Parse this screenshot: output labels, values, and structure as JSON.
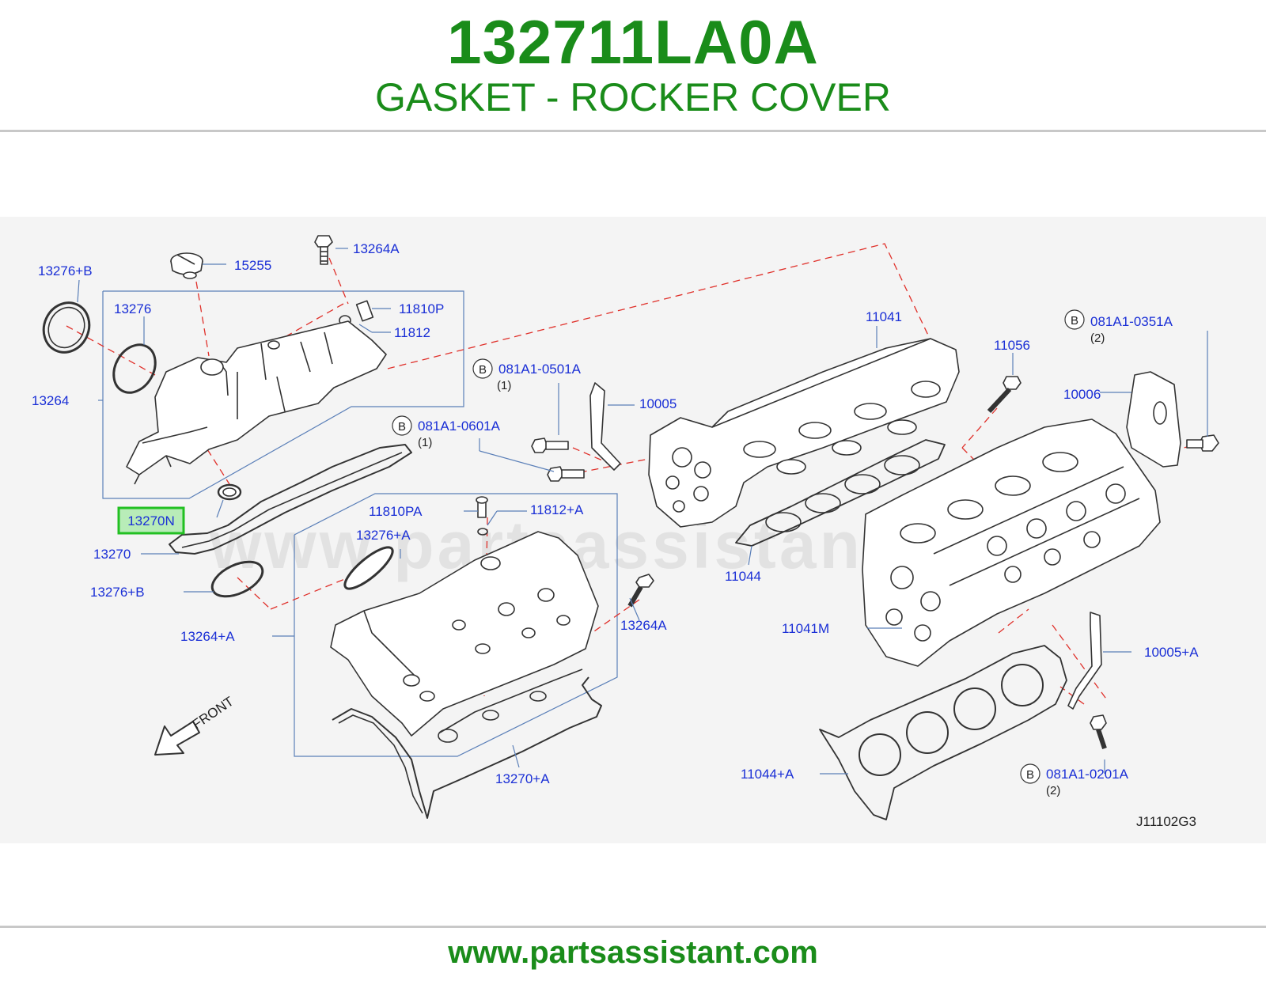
{
  "header": {
    "part_number": "132711LA0A",
    "description": "GASKET - ROCKER COVER"
  },
  "diagram": {
    "watermark": "www.partsassistant.com",
    "figure_code": "J11102G3",
    "front_label": "FRONT",
    "highlighted_part": "13270N",
    "callouts": {
      "c13276b_top": "13276+B",
      "c15255": "15255",
      "c13264a_top": "13264A",
      "c11810p": "11810P",
      "c11812": "11812",
      "c13276": "13276",
      "c13264": "13264",
      "c13270n": "13270N",
      "c13270": "13270",
      "c13276b_bottom": "13276+B",
      "c13264plusa": "13264+A",
      "c11810pa": "11810PA",
      "c11812plusa": "11812+A",
      "c13276plusa": "13276+A",
      "c13264a_right": "13264A",
      "c13270plusa": "13270+A",
      "c081a1_0501a": "081A1-0501A",
      "c081a1_0601a": "081A1-0601A",
      "c081a1_0351a": "081A1-0351A",
      "c081a1_0201a": "081A1-0201A",
      "qty1a": "(1)",
      "qty1b": "(1)",
      "qty2a": "(2)",
      "qty2b": "(2)",
      "b_mark": "B",
      "c10005": "10005",
      "c11041": "11041",
      "c11056": "11056",
      "c10006": "10006",
      "c11044": "11044",
      "c11041m": "11041M",
      "c10005plusa": "10005+A",
      "c11044plusa": "11044+A"
    },
    "colors": {
      "callout_text": "#1a2fd6",
      "leader_line": "#5a7fb8",
      "dashed_line": "#e0302a",
      "part_outline": "#333333",
      "highlight_border": "#22c022",
      "highlight_fill": "#b8ecb8"
    }
  },
  "footer": {
    "url": "www.partsassistant.com"
  }
}
